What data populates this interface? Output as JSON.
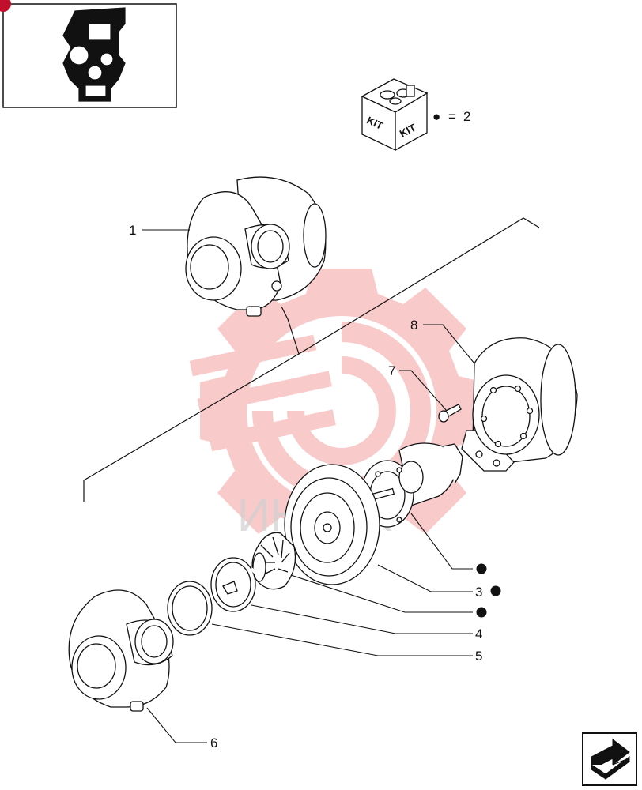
{
  "kit_legend": {
    "box_labels": [
      "KIT",
      "KIT"
    ],
    "bullet_symbol": "●",
    "equals_sign": "=",
    "kit_ref": "2"
  },
  "callouts": [
    {
      "id": "c1",
      "text": "1",
      "bullet": false
    },
    {
      "id": "c8",
      "text": "8",
      "bullet": false
    },
    {
      "id": "c7",
      "text": "7",
      "bullet": false
    },
    {
      "id": "c_b1",
      "text": "",
      "bullet": true
    },
    {
      "id": "c3",
      "text": "3",
      "bullet": true
    },
    {
      "id": "c_b2",
      "text": "",
      "bullet": true
    },
    {
      "id": "c4",
      "text": "4",
      "bullet": false
    },
    {
      "id": "c5",
      "text": "5",
      "bullet": false
    },
    {
      "id": "c6",
      "text": "6",
      "bullet": false
    }
  ],
  "watermark": {
    "text": "ИНТЕХ",
    "color": "#f06a6a"
  },
  "colors": {
    "line": "#111111",
    "watermark": "#f5a3a3"
  },
  "icons": [
    "engine-thumbnail-icon",
    "kit-box-icon",
    "next-page-arrow-icon"
  ]
}
